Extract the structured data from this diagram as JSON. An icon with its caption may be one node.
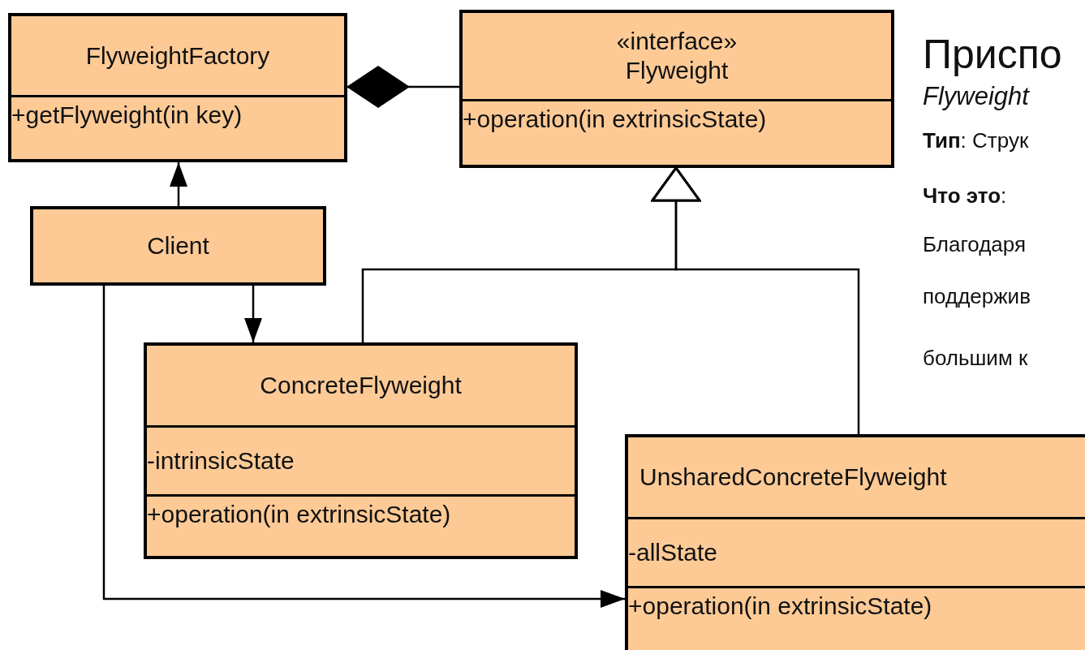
{
  "diagram": {
    "nodes": [
      {
        "text": [
          "FlyweightFactory",
          "+getFlyweight(in key)"
        ]
      },
      {
        "text": [
          "«interface»",
          "Flyweight",
          "+operation(in extrinsicState)"
        ]
      },
      {
        "text": [
          "Client"
        ]
      },
      {
        "text": [
          "ConcreteFlyweight",
          "-intrinsicState",
          "+operation(in extrinsicState)"
        ]
      },
      {
        "text": [
          "UnsharedConcreteFlyweight",
          "-allState",
          "+operation(in extrinsicState)"
        ]
      }
    ],
    "edges": [
      {
        "from": 0,
        "to": 1,
        "arrow": "other"
      },
      {
        "from": 2,
        "to": 0,
        "arrow": "to"
      },
      {
        "from": 2,
        "to": 3,
        "arrow": "to"
      },
      {
        "from": 3,
        "to": 1,
        "arrow": "to"
      },
      {
        "from": 4,
        "to": 1,
        "arrow": "to"
      },
      {
        "from": 2,
        "to": 4,
        "arrow": "to"
      }
    ],
    "labels": [
      "Приспо",
      "Flyweight",
      "**Тип**: Струк",
      "**Что это**:",
      "Благодаря",
      "поддержив",
      "большим к"
    ]
  }
}
